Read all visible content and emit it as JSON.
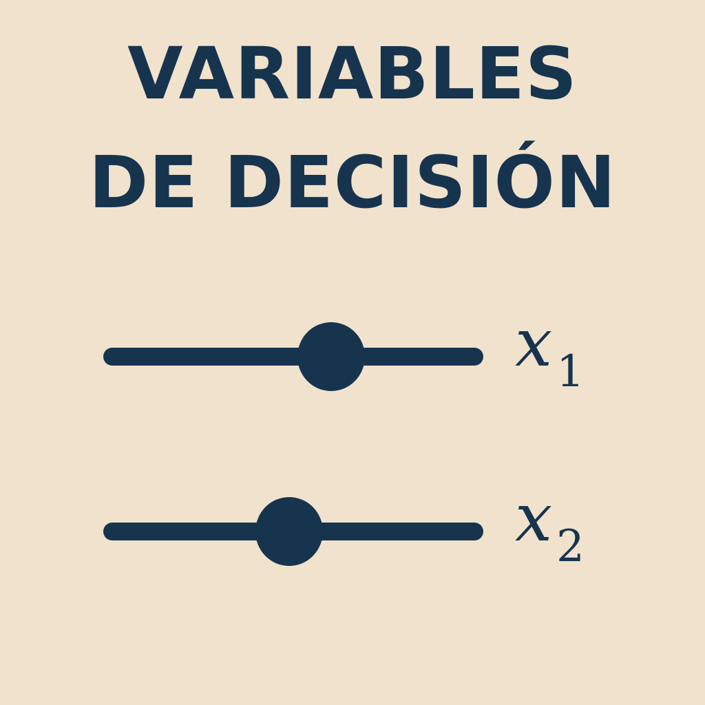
{
  "title": {
    "line1": "VARIABLES",
    "line2": "DE DECISIÓN"
  },
  "colors": {
    "background": "#f0e2cc",
    "ink": "#17344f"
  },
  "sliders": [
    {
      "variable": "x",
      "subscript": "1",
      "value": 0.6
    },
    {
      "variable": "x",
      "subscript": "2",
      "value": 0.49
    }
  ]
}
